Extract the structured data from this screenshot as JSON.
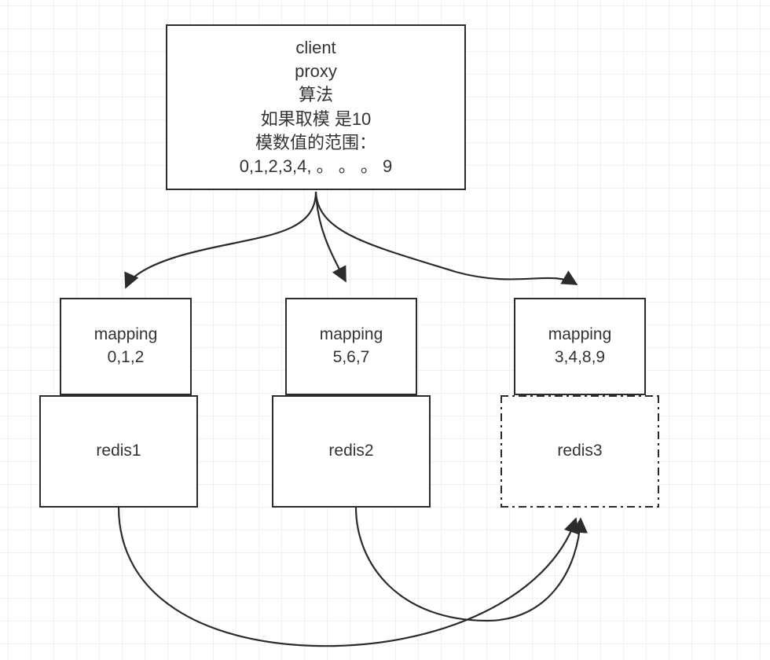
{
  "diagram": {
    "title": "redis sharding / proxy mapping diagram",
    "colors": {
      "stroke": "#2b2b2b",
      "text": "#333333",
      "background": "#ffffff",
      "grid_minor": "#f0f0f0",
      "grid_major": "#ebebeb"
    },
    "client": {
      "lines": [
        "client",
        "proxy",
        "算法",
        "如果取模 是10",
        "模数值的范围：",
        "0,1,2,3,4,  。 。 。 9"
      ]
    },
    "shards": [
      {
        "mapping_label": "mapping",
        "mapping_values": "0,1,2",
        "redis_label": "redis1",
        "border_style": "solid"
      },
      {
        "mapping_label": "mapping",
        "mapping_values": "5,6,7",
        "redis_label": "redis2",
        "border_style": "solid"
      },
      {
        "mapping_label": "mapping",
        "mapping_values": "3,4,8,9",
        "redis_label": "redis3",
        "border_style": "dash-dot"
      }
    ],
    "edges": {
      "from_client": [
        {
          "to": "mapping-box-1",
          "arrowhead": "filled-triangle"
        },
        {
          "to": "mapping-box-2",
          "arrowhead": "filled-triangle"
        },
        {
          "to": "mapping-box-3",
          "arrowhead": "filled-triangle"
        }
      ],
      "to_redis3": [
        {
          "from": "redis-box-1",
          "arrowhead": "filled-triangle"
        },
        {
          "from": "redis-box-2",
          "arrowhead": "filled-triangle"
        }
      ]
    }
  }
}
